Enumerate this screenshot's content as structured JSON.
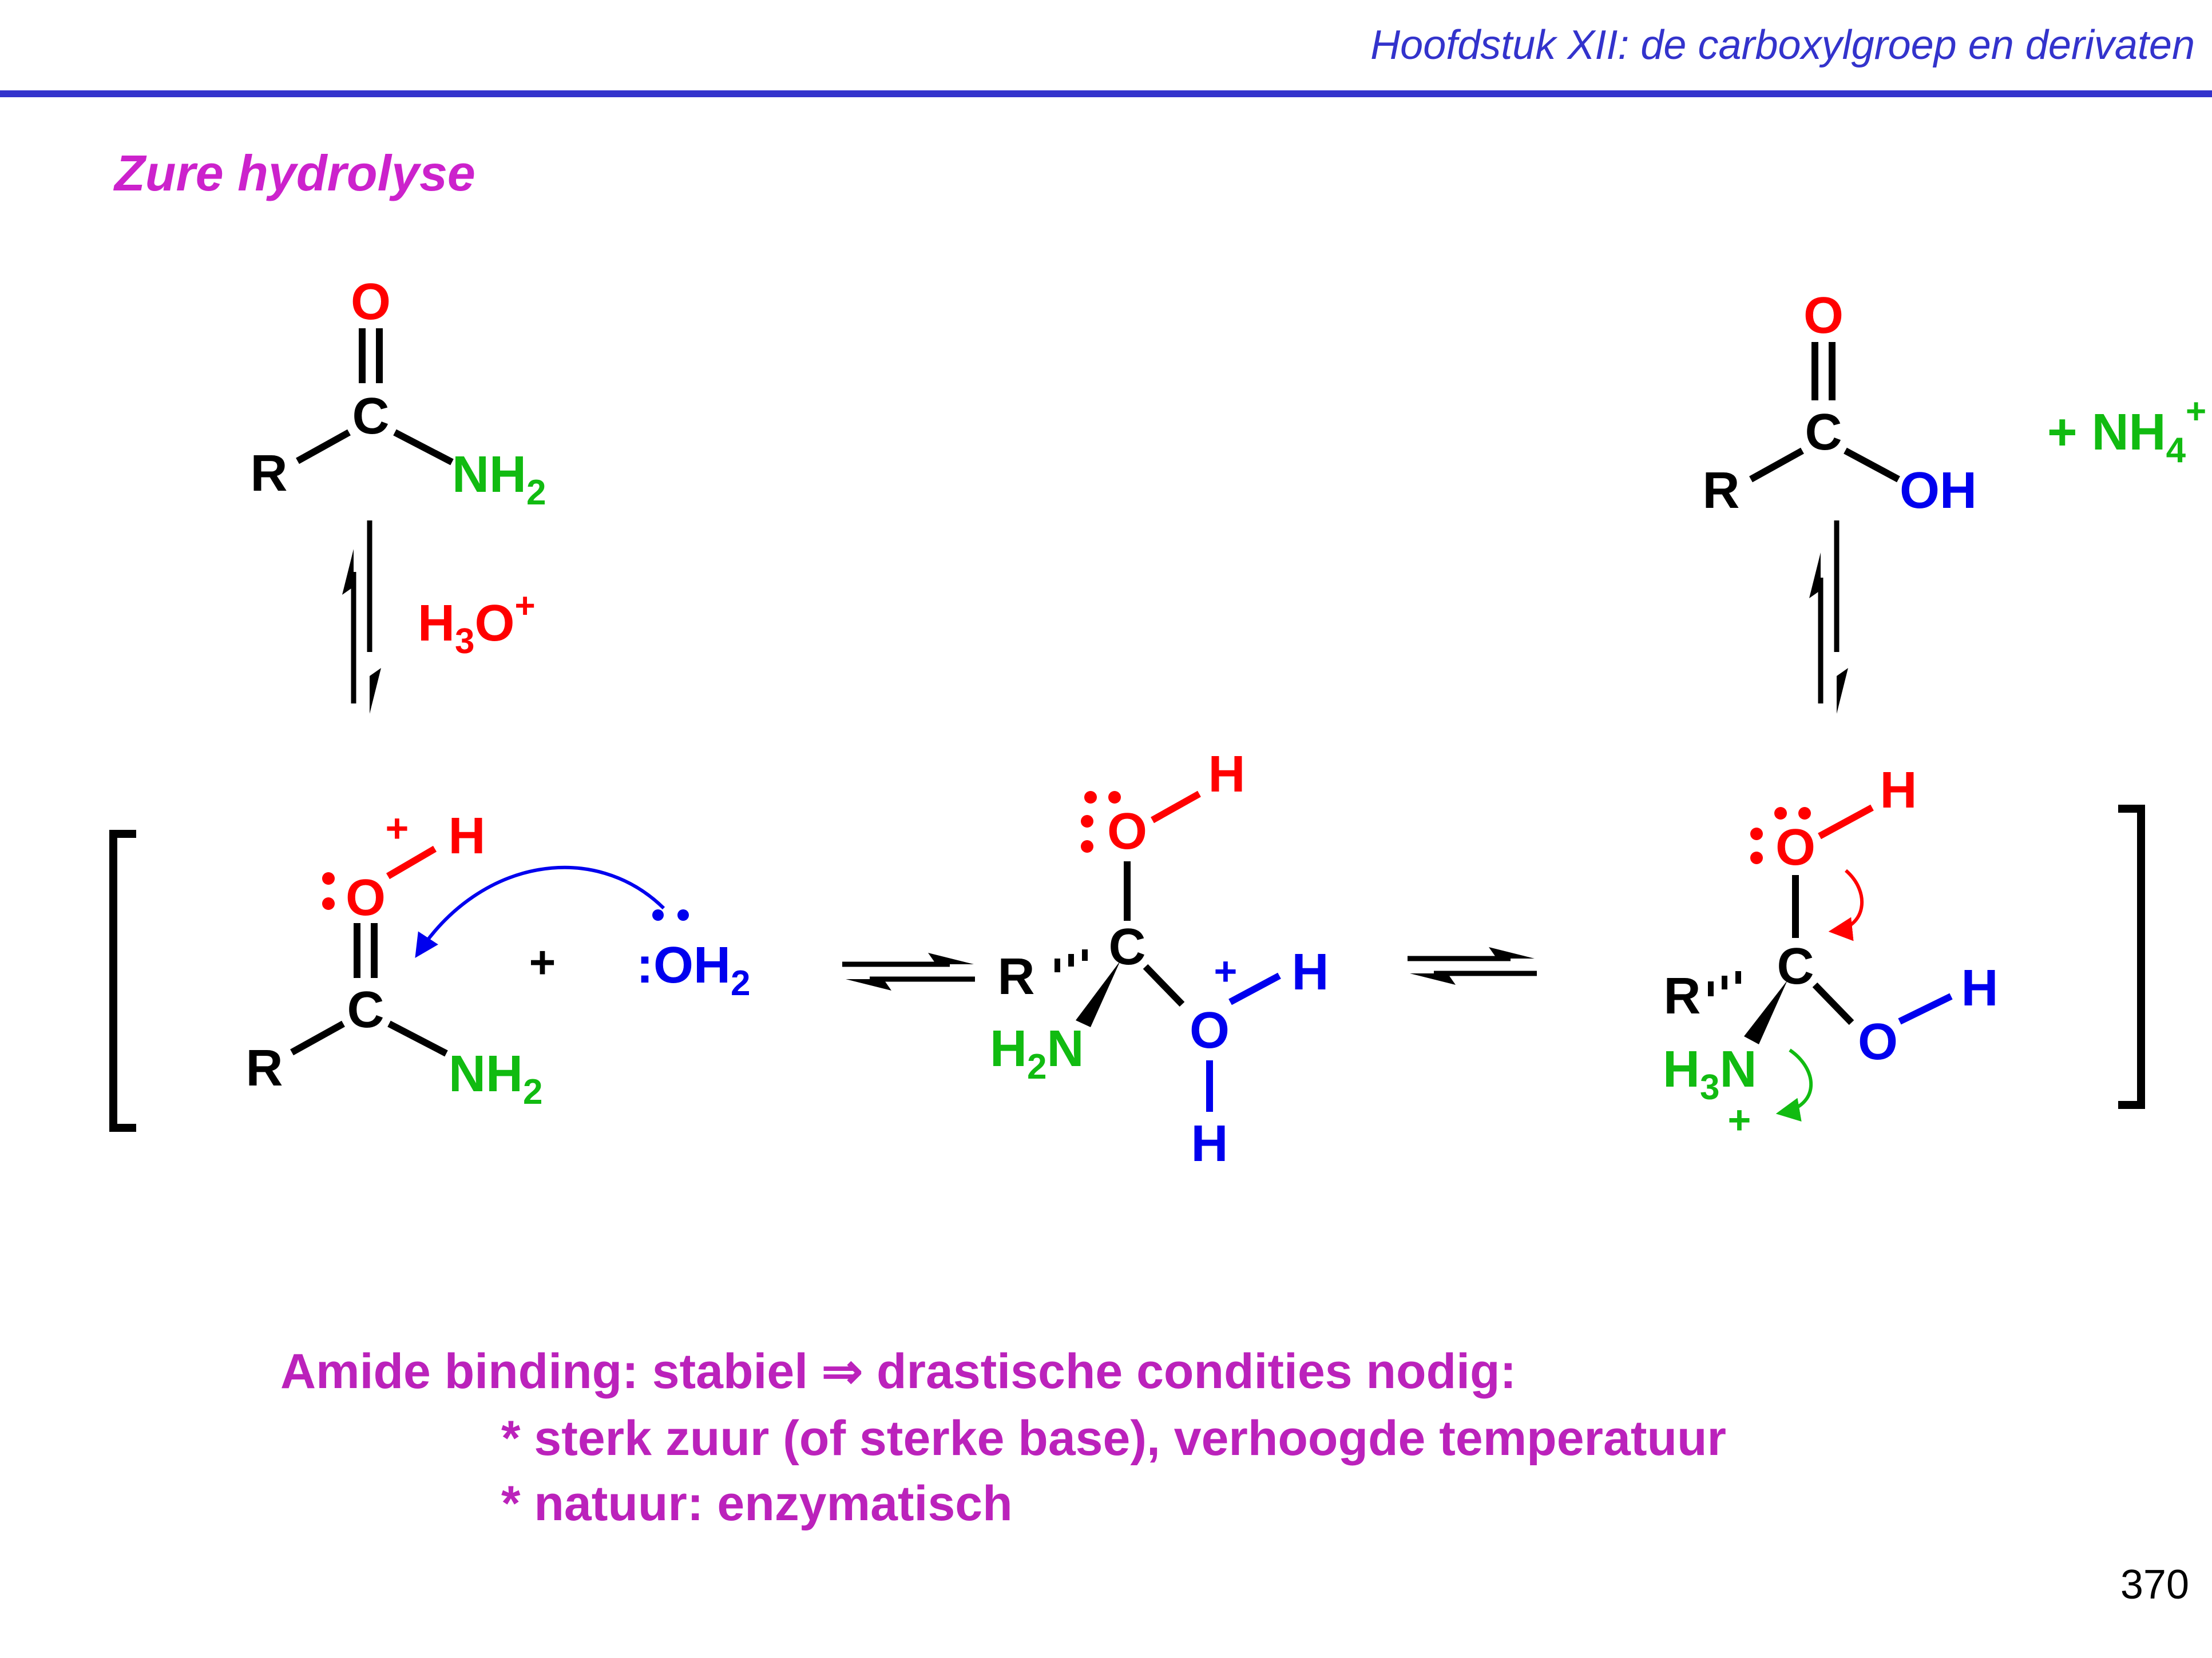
{
  "header": {
    "chapter": "Hoofdstuk XII: de carboxylgroep en derivaten"
  },
  "slide": {
    "title": "Zure hydrolyse",
    "page_number": "370"
  },
  "colors": {
    "oxygen": "#ff0000",
    "nitrogen": "#11bb11",
    "water": "#0000ee",
    "carbon": "#000000",
    "accent": "#cc22cc",
    "header": "#3333cc"
  },
  "reaction": {
    "reagent": {
      "base": "H",
      "sub": "3",
      "mid": "O",
      "sup": "+"
    },
    "atoms": {
      "O": "O",
      "C": "C",
      "R": "R",
      "N": "N",
      "H": "H",
      "NH": "NH",
      "OH": "OH",
      "two": "2",
      "three": "3",
      "four": "4"
    },
    "symbols": {
      "plus": "+",
      "colon": ":",
      "plus_nh": "+ NH"
    }
  },
  "notes": {
    "line1": "Amide binding: stabiel ⇒ drastische condities nodig:",
    "line2": "* sterk zuur (of sterke base), verhoogde temperatuur",
    "line3": "* natuur: enzymatisch"
  }
}
